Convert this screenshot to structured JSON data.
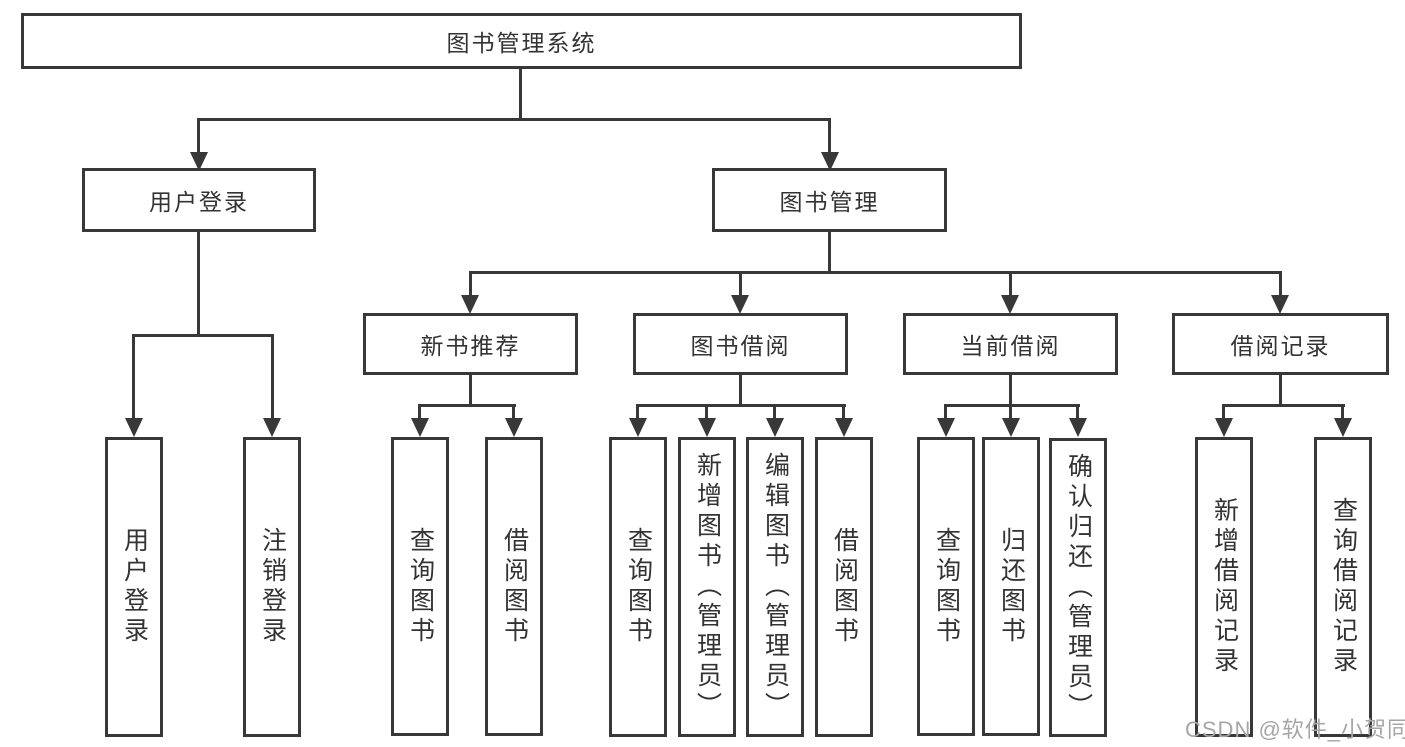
{
  "diagram": {
    "root": {
      "label": "图书管理系统"
    },
    "login_branch": {
      "label": "用户登录",
      "children": [
        {
          "label": "用户登录"
        },
        {
          "label": "注销登录"
        }
      ]
    },
    "manage_branch": {
      "label": "图书管理",
      "children": [
        {
          "label": "新书推荐",
          "children": [
            {
              "label": "查询图书"
            },
            {
              "label": "借阅图书"
            }
          ]
        },
        {
          "label": "图书借阅",
          "children": [
            {
              "label": "查询图书"
            },
            {
              "label": "新增图书（管理员）"
            },
            {
              "label": "编辑图书（管理员）"
            },
            {
              "label": "借阅图书"
            }
          ]
        },
        {
          "label": "当前借阅",
          "children": [
            {
              "label": "查询图书"
            },
            {
              "label": "归还图书"
            },
            {
              "label": "确认归还（管理员）"
            }
          ]
        },
        {
          "label": "借阅记录",
          "children": [
            {
              "label": "新增借阅记录"
            },
            {
              "label": "查询借阅记录"
            }
          ]
        }
      ]
    }
  },
  "watermark": {
    "text": "CSDN @软件_小贺同学"
  },
  "colors": {
    "line": "#383838",
    "text": "#333333",
    "background": "#ffffff",
    "watermark": "#a6a6a6"
  }
}
